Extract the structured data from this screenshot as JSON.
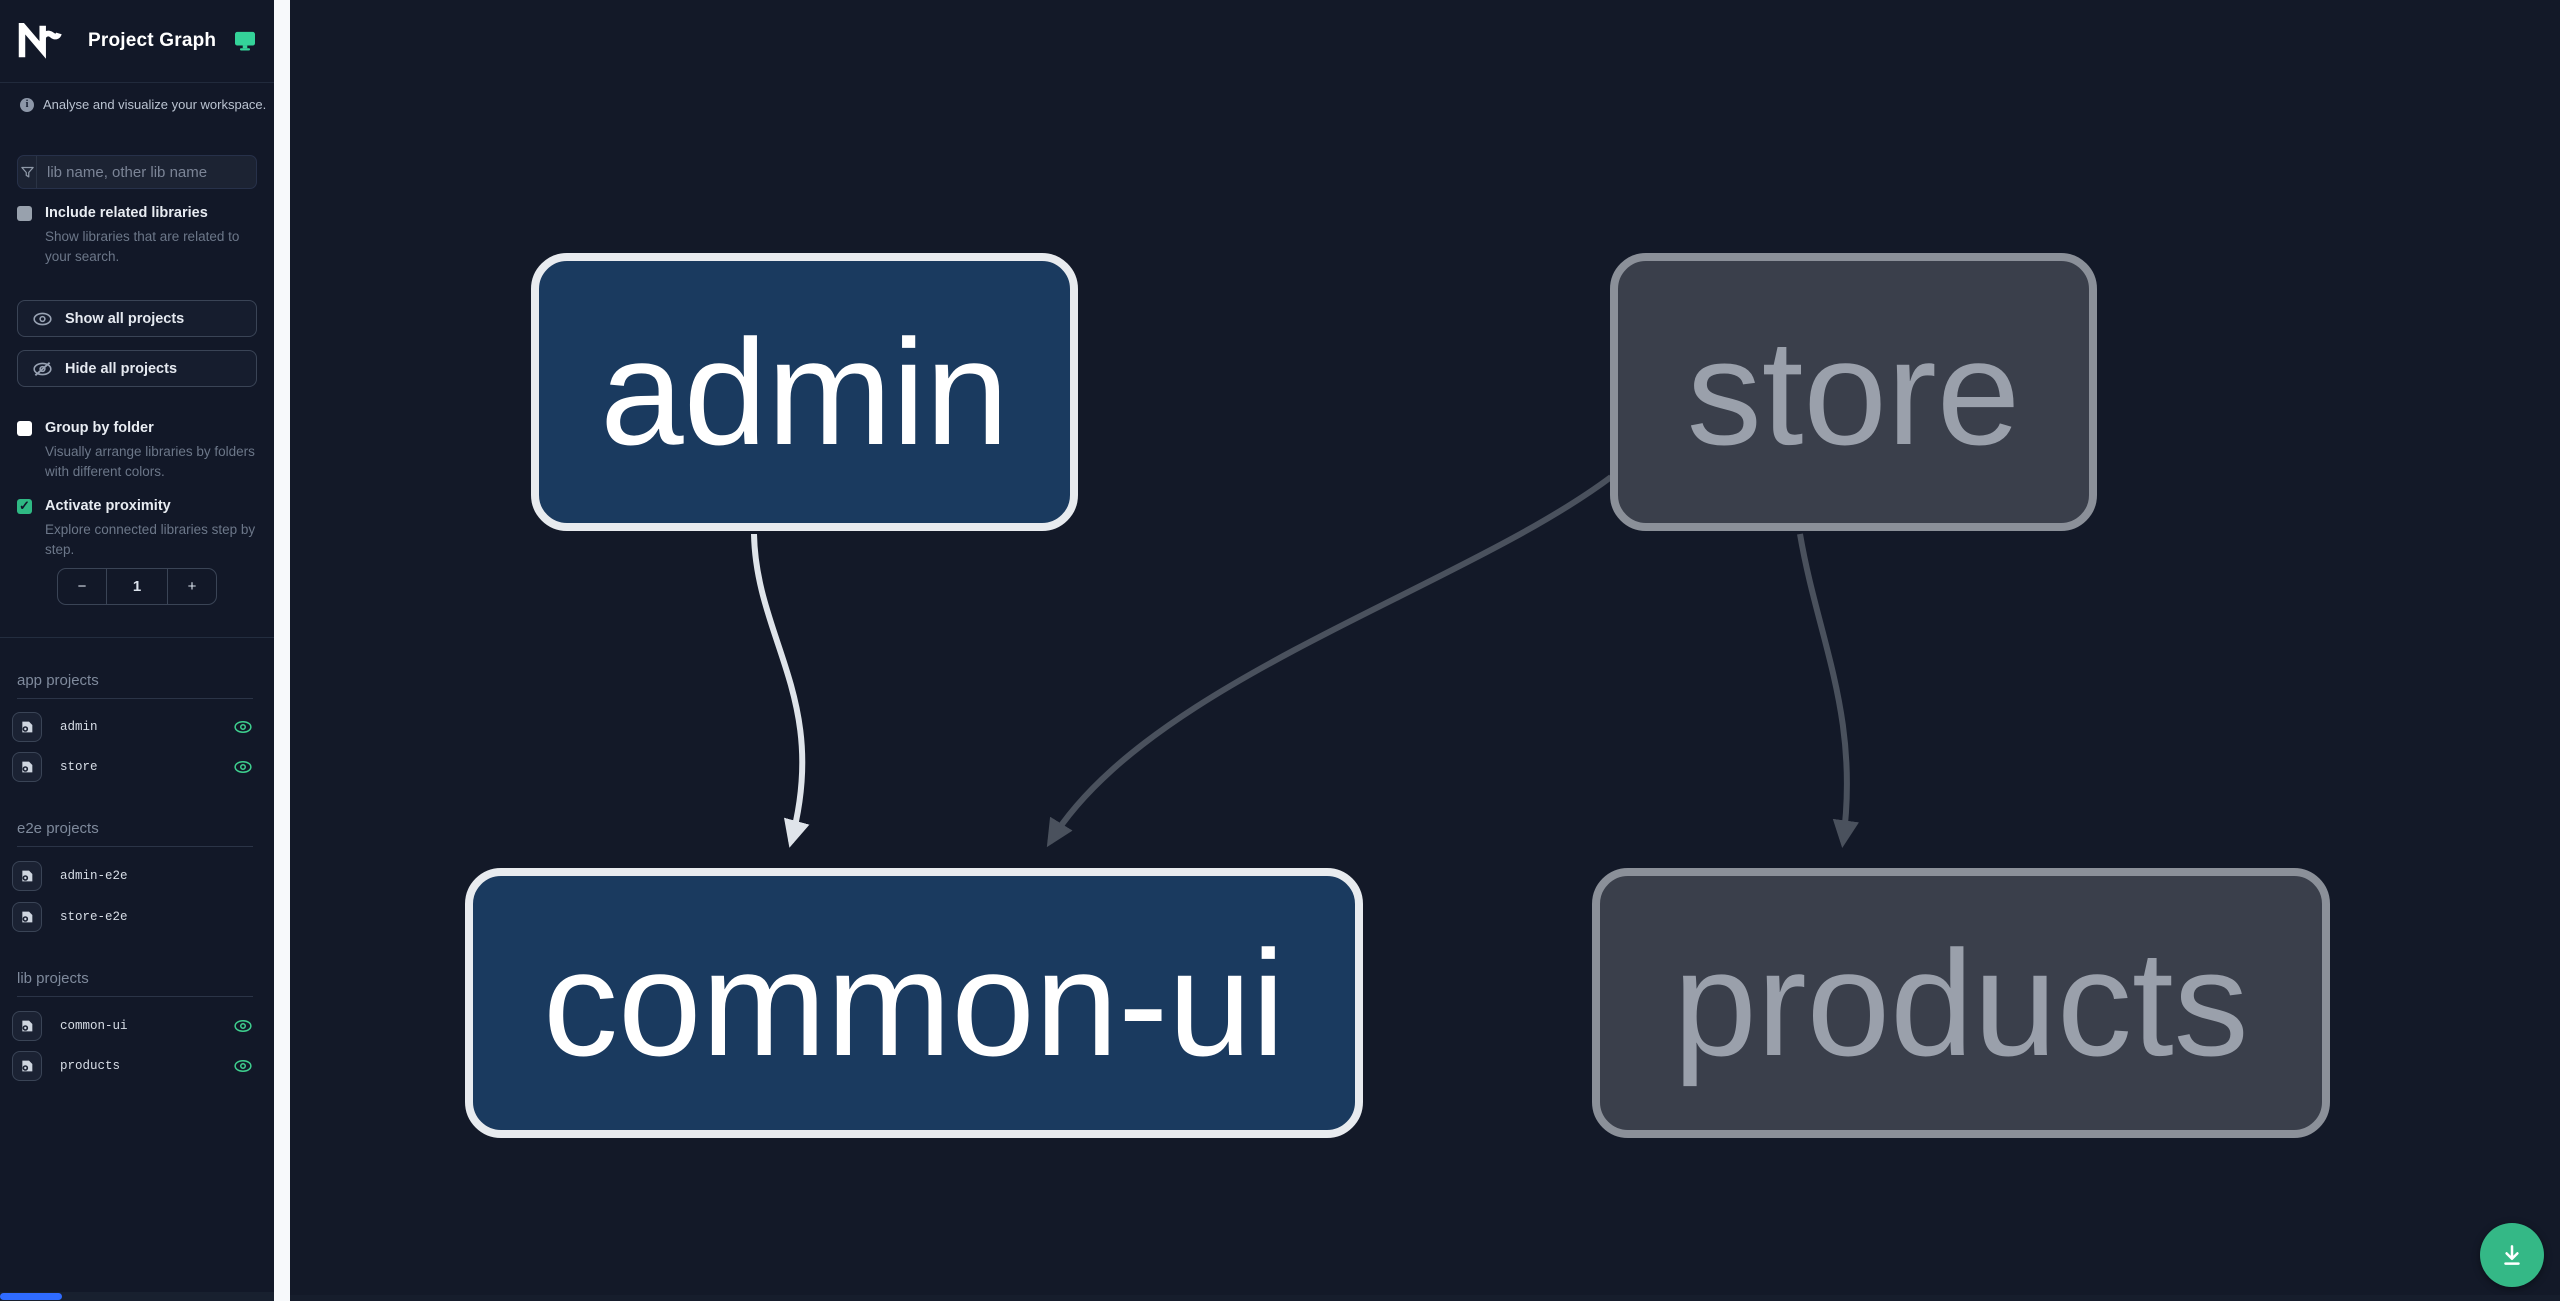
{
  "app": {
    "title": "Project Graph"
  },
  "sidebar": {
    "tagline": "Analyse and visualize your workspace.",
    "search": {
      "placeholder": "lib name, other lib name"
    },
    "include_related": {
      "label": "Include related libraries",
      "description": "Show libraries that are related to your search.",
      "checked": false
    },
    "show_all_label": "Show all projects",
    "hide_all_label": "Hide all projects",
    "group_by_folder": {
      "label": "Group by folder",
      "description": "Visually arrange libraries by folders with different colors.",
      "checked": false
    },
    "activate_proximity": {
      "label": "Activate proximity",
      "description": "Explore connected libraries step by step.",
      "checked": true
    },
    "proximity": {
      "decrement": "−",
      "value": "1",
      "increment": "+"
    },
    "sections": [
      {
        "title": "app projects",
        "items": [
          {
            "name": "admin",
            "visible": true
          },
          {
            "name": "store",
            "visible": true
          }
        ]
      },
      {
        "title": "e2e projects",
        "items": [
          {
            "name": "admin-e2e",
            "visible": false
          },
          {
            "name": "store-e2e",
            "visible": false
          }
        ]
      },
      {
        "title": "lib projects",
        "items": [
          {
            "name": "common-ui",
            "visible": true
          },
          {
            "name": "products",
            "visible": true
          }
        ]
      }
    ]
  },
  "graph": {
    "nodes": [
      {
        "id": "admin",
        "label": "admin",
        "state": "focused"
      },
      {
        "id": "store",
        "label": "store",
        "state": "dimmed"
      },
      {
        "id": "common-ui",
        "label": "common-ui",
        "state": "focused"
      },
      {
        "id": "products",
        "label": "products",
        "state": "dimmed"
      }
    ],
    "edges": [
      {
        "from": "admin",
        "to": "common-ui",
        "highlighted": true
      },
      {
        "from": "store",
        "to": "common-ui",
        "highlighted": false
      },
      {
        "from": "store",
        "to": "products",
        "highlighted": false
      }
    ]
  },
  "colors": {
    "background": "#131928",
    "accent_green": "#34b886",
    "eye_green": "#3ecf8e",
    "node_focused_fill": "#1a3a5f",
    "node_focused_border": "#e8ebef",
    "node_dimmed_fill": "#3a3f4b",
    "node_dimmed_border": "#8b9099",
    "edge_highlight": "#dfe4ea",
    "edge_dimmed": "#4a515d",
    "scrollbar_thumb_blue": "#2f6bff"
  }
}
